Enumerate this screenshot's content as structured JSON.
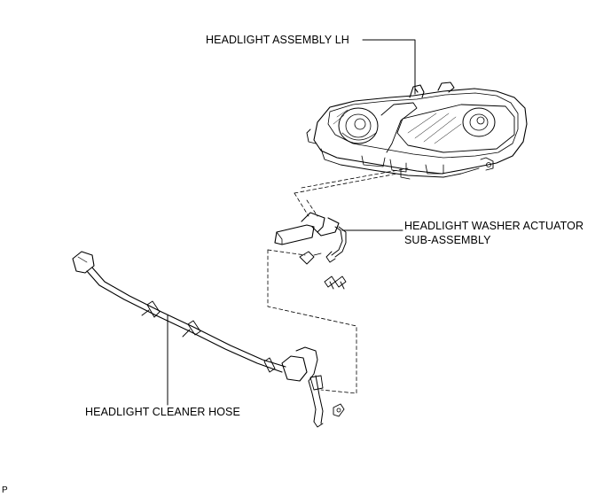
{
  "labels": {
    "headlight_assembly": "HEADLIGHT ASSEMBLY LH",
    "washer_actuator_line1": "HEADLIGHT WASHER ACTUATOR",
    "washer_actuator_line2": "SUB-ASSEMBLY",
    "cleaner_hose": "HEADLIGHT CLEANER HOSE",
    "corner_mark": "P"
  },
  "colors": {
    "background": "#ffffff",
    "ink": "#000000"
  }
}
